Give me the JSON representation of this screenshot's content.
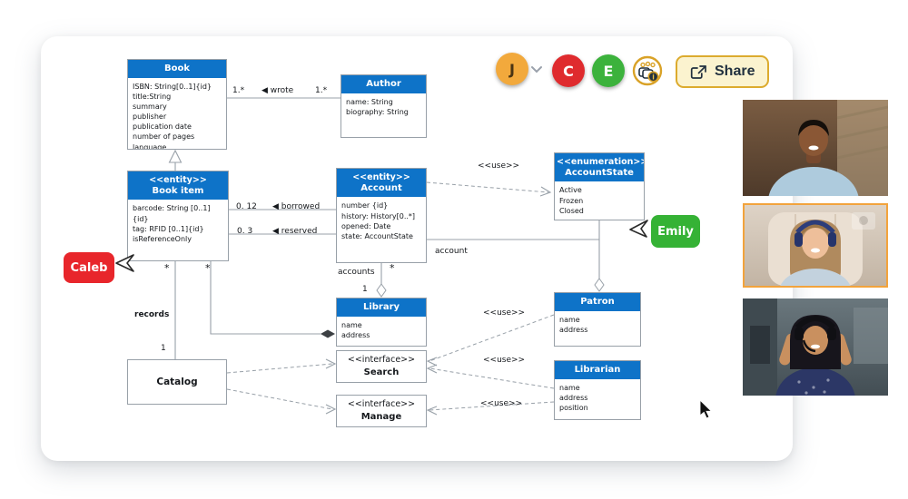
{
  "colors": {
    "class_header_blue": "#0e73c8",
    "box_border_gray": "#98a0a8",
    "caleb_red": "#e8262b",
    "emily_green": "#35b235",
    "avatar_gold": "#f2a93c",
    "collab_red": "#df2b2e",
    "collab_green": "#3cb23c",
    "share_border_gold": "#dcab2e",
    "share_bg": "#fbf3cf"
  },
  "toolbar": {
    "user": {
      "initial": "J"
    },
    "collaborators": [
      {
        "initial": "C",
        "color": "#df2b2e"
      },
      {
        "initial": "E",
        "color": "#3cb23c"
      }
    ],
    "share_label": "Share"
  },
  "diagram": {
    "classes": {
      "book": {
        "name": "Book",
        "attrs": "ISBN: String[0..1]{id}\ntitle:String\nsummary\npublisher\npublication date\nnumber of pages\nlanguage"
      },
      "author": {
        "name": "Author",
        "attrs": "name: String\nbiography: String"
      },
      "book_item": {
        "stereotype": "<<entity>>",
        "name": "Book item",
        "attrs": "barcode: String [0..1]{id}\ntag: RFID [0..1]{id}\nisReferenceOnly"
      },
      "account": {
        "stereotype": "<<entity>>",
        "name": "Account",
        "attrs": "number {id}\nhistory: History[0..*]\nopened: Date\nstate: AccountState"
      },
      "account_state": {
        "stereotype": "<<enumeration>>",
        "name": "AccountState",
        "attrs": "Active\nFrozen\nClosed"
      },
      "library": {
        "name": "Library",
        "attrs": "name\naddress"
      },
      "patron": {
        "name": "Patron",
        "attrs": "name\naddress"
      },
      "catalog": {
        "name": "Catalog"
      },
      "search": {
        "stereotype": "<<interface>>",
        "name": "Search"
      },
      "manage": {
        "stereotype": "<<interface>>",
        "name": "Manage"
      },
      "librarian": {
        "name": "Librarian",
        "attrs": "name\naddress\nposition"
      }
    },
    "labels": {
      "wrote_mult_left": "1.*",
      "wrote": "◀ wrote",
      "wrote_mult_right": "1.*",
      "borrowed_mult": "0. 12",
      "borrowed": "◀ borrowed",
      "reserved_mult": "0. 3",
      "reserved": "◀ reserved",
      "star": "*",
      "records": "records",
      "one": "1",
      "accounts": "accounts",
      "account": "account",
      "use": "<<use>>"
    }
  },
  "cursors": {
    "caleb": {
      "name": "Caleb",
      "color": "#e8262b"
    },
    "emily": {
      "name": "Emily",
      "color": "#35b235"
    }
  },
  "video_panel": {
    "tile_count": 3,
    "active_tile_index": 1,
    "active_border_color": "#f2a33c"
  }
}
